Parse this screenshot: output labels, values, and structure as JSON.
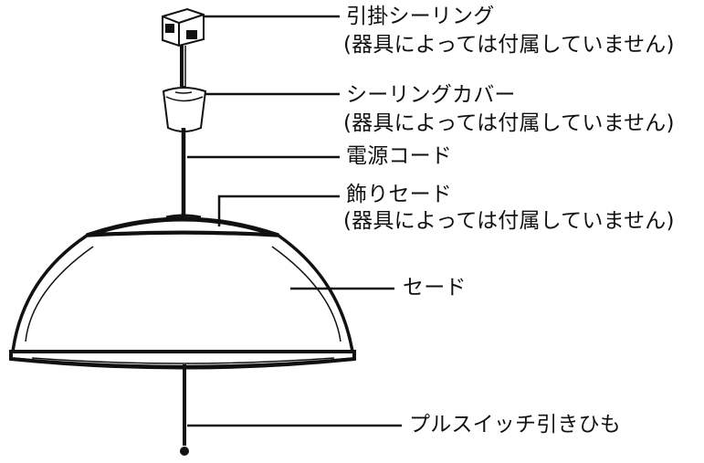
{
  "labels": {
    "ceiling_rose": "引掛シーリング",
    "ceiling_rose_note": "(器具によっては付属していません)",
    "ceiling_cover": "シーリングカバー",
    "ceiling_cover_note": "(器具によっては付属していません)",
    "power_cord": "電源コード",
    "decorative_shade": "飾りセード",
    "decorative_shade_note": "(器具によっては付属していません)",
    "shade": "セード",
    "pull_switch_cord": "プルスイッチ引きひも"
  }
}
